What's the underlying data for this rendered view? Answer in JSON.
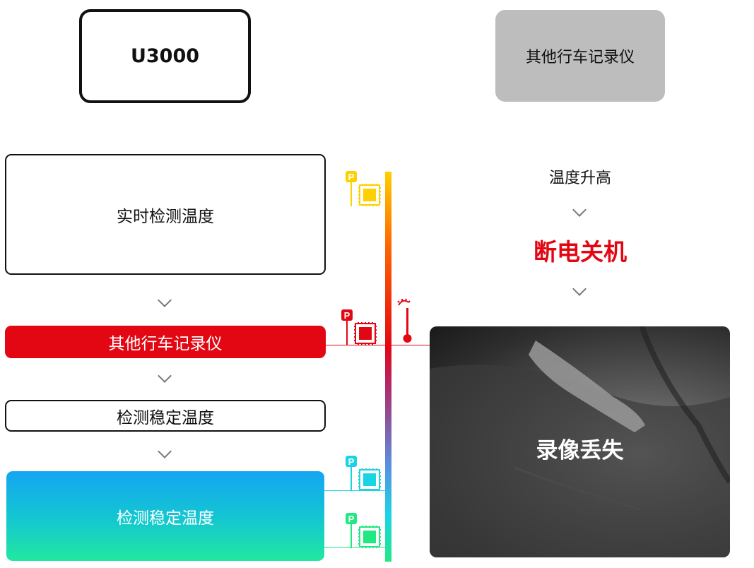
{
  "header": {
    "left_title": "U3000",
    "right_title": "其他行车记录仪"
  },
  "left_flow": {
    "steps": [
      "实时检测温度",
      "其他行车记录仪",
      "检测稳定温度",
      "检测稳定温度"
    ]
  },
  "right_flow": {
    "rise": "温度升高",
    "shutdown": "断电关机",
    "photo_caption": "录像丢失"
  },
  "colors": {
    "alert_red": "#e30613",
    "hot_yellow": "#ffd000",
    "cool_cyan": "#1ad4e6",
    "cool_green": "#22e882",
    "grey_box": "#bdbdbd"
  },
  "icons": [
    "parking-chip-icon",
    "thermometer-icon",
    "chevron-down-icon"
  ]
}
